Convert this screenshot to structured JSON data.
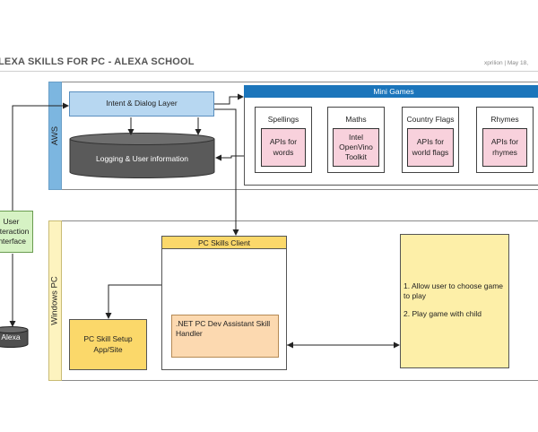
{
  "header": {
    "title": "LEXA SKILLS FOR PC - ALEXA SCHOOL",
    "meta": "xprilion   |   May 18,"
  },
  "aws": {
    "label": "AWS",
    "intent_layer": "Intent & Dialog Layer",
    "logging": "Logging & User information"
  },
  "mini_games": {
    "title": "Mini Games",
    "games": [
      {
        "name": "Spellings",
        "api": "APIs for words"
      },
      {
        "name": "Maths",
        "api": "Intel OpenVino Toolkit"
      },
      {
        "name": "Country Flags",
        "api": "APIs for world flags"
      },
      {
        "name": "Rhymes",
        "api": "APIs for rhymes"
      }
    ]
  },
  "windows": {
    "label": "Windows PC",
    "client_title": "PC Skills Client",
    "handler": ".NET PC Dev Assistant Skill Handler",
    "setup": "PC Skill Setup App/Site",
    "notes": [
      "1. Allow user to choose game to play",
      "2. Play game with child"
    ]
  },
  "left": {
    "user_interface": "User Interaction Interface",
    "alexa": "Alexa"
  },
  "colors": {
    "aws_blue": "#7cb6e0",
    "intent_fill": "#b7d7f1",
    "mini_games_header": "#1b75bb",
    "api_pink": "#f8d1dc",
    "client_yellow": "#fbd86a",
    "handler_orange": "#fcd9b0",
    "note_yellow": "#fdefa8",
    "ui_green": "#d6f2c4"
  }
}
